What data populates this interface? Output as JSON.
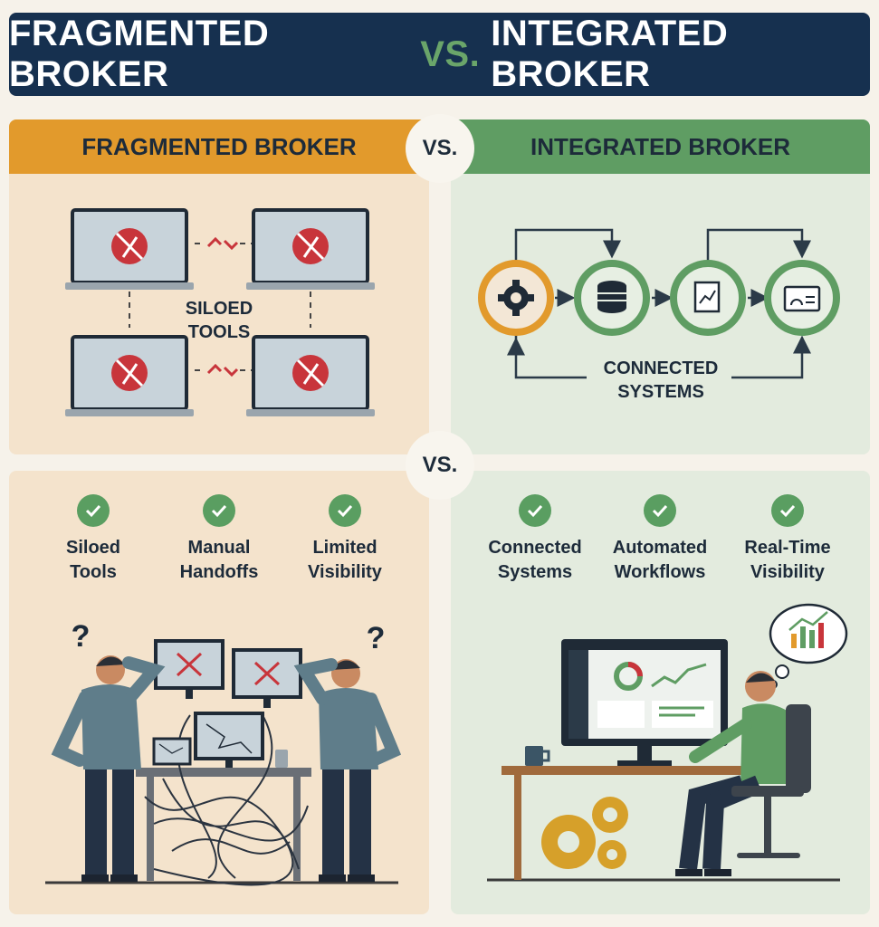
{
  "title": {
    "left": "FRAGMENTED BROKER",
    "vs": "VS.",
    "right": "INTEGRATED BROKER"
  },
  "left_panel": {
    "heading": "FRAGMENTED BROKER",
    "center_label_line1": "SILOED",
    "center_label_line2": "TOOLS",
    "features": [
      {
        "line1": "Siloed",
        "line2": "Tools"
      },
      {
        "line1": "Manual",
        "line2": "Handoffs"
      },
      {
        "line1": "Limited",
        "line2": "Visibility"
      }
    ]
  },
  "right_panel": {
    "heading": "INTEGRATED BROKER",
    "center_label_line1": "CONNECTED",
    "center_label_line2": "SYSTEMS",
    "features": [
      {
        "line1": "Connected",
        "line2": "Systems"
      },
      {
        "line1": "Automated",
        "line2": "Workflows"
      },
      {
        "line1": "Real-Time",
        "line2": "Visibility"
      }
    ]
  },
  "vs_top": "VS.",
  "vs_mid": "VS.",
  "question_mark": "?",
  "icons": {
    "laptop_error": "laptop-blocked-icon",
    "broken_link": "broken-link-icon",
    "gear": "gear-icon",
    "database": "database-icon",
    "document": "document-chart-icon",
    "dashboard": "dashboard-icon",
    "check": "check-icon"
  },
  "colors": {
    "navy": "#16304f",
    "orange": "#e29a2c",
    "green": "#5f9d63",
    "red": "#c8353b",
    "beige": "#f4e3cc",
    "sage": "#e3ebde"
  }
}
